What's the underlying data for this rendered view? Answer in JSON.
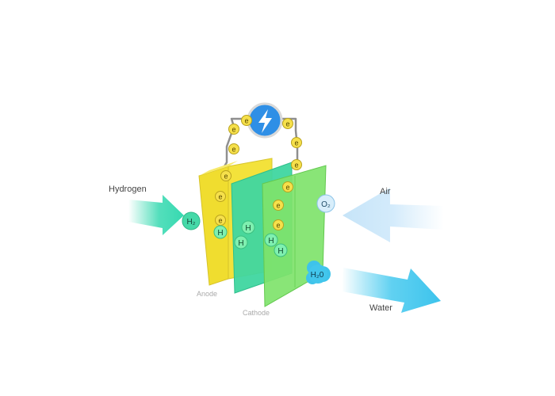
{
  "labels": {
    "hydrogen": "Hydrogen",
    "air": "Air",
    "water": "Water",
    "anode": "Anode",
    "cathode": "Cathode"
  },
  "molecules": {
    "h2": "H₂",
    "o2": "O₂",
    "h2o": "H₂0"
  },
  "electron_symbol": "e",
  "proton_symbol": "H",
  "icons": {
    "power": "lightning-bolt-icon"
  },
  "colors": {
    "anode": "#f3e23b",
    "membrane": "#3fd6a0",
    "cathode": "#7fe36b",
    "electron": "#f6e04b",
    "proton": "#7ff0b0",
    "wire": "#9a9a9a",
    "hydrogen_arrow": "#36d9b0",
    "air_arrow": "#cbe8fa",
    "water_arrow": "#3fc8ee",
    "power_icon": "#2f8fe6"
  }
}
